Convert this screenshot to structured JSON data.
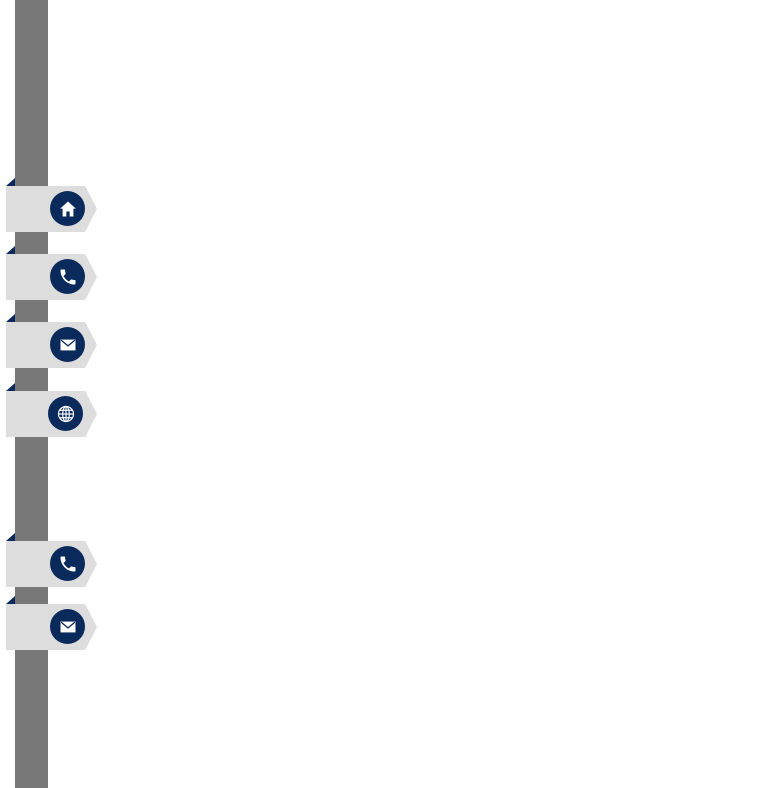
{
  "colors": {
    "page_background": "#ffffff",
    "rail": "#787878",
    "tab_plate": "#dddddd",
    "icon_badge": "#0b2a5c",
    "icon_glyph": "#ffffff"
  },
  "tabs": [
    {
      "id": "home",
      "icon": "home-icon"
    },
    {
      "id": "phone",
      "icon": "phone-icon"
    },
    {
      "id": "email",
      "icon": "envelope-icon"
    },
    {
      "id": "website",
      "icon": "globe-icon"
    },
    {
      "id": "phone-2",
      "icon": "phone-icon"
    },
    {
      "id": "email-2",
      "icon": "envelope-icon"
    }
  ]
}
